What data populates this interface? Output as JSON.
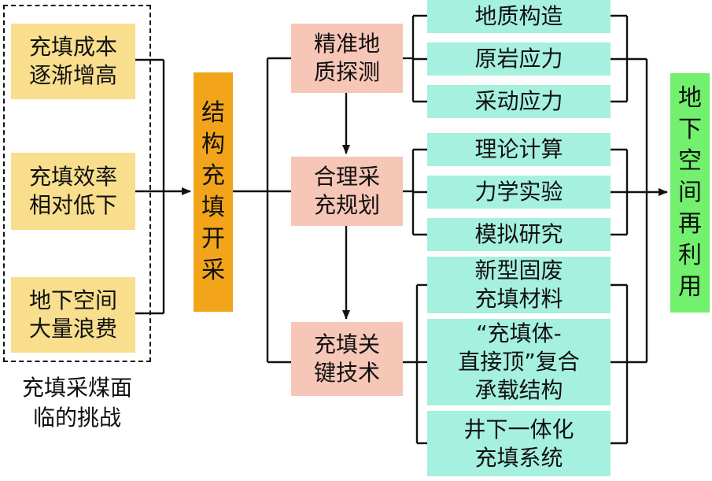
{
  "challenges": {
    "caption": "充填采煤面\n临的挑战",
    "items": [
      {
        "text": "充填成本\n逐渐增高"
      },
      {
        "text": "充填效率\n相对低下"
      },
      {
        "text": "地下空间\n大量浪费"
      }
    ]
  },
  "center": {
    "text": "结\n构\n充\n填\n开\n采"
  },
  "steps": [
    {
      "text": "精准地\n质探测",
      "details": [
        "地质构造",
        "原岩应力",
        "采动应力"
      ]
    },
    {
      "text": "合理采\n充规划",
      "details": [
        "理论计算",
        "力学实验",
        "模拟研究"
      ]
    },
    {
      "text": "充填关\n键技术",
      "details": [
        "新型固废\n充填材料",
        "“充填体-\n直接顶”复合\n承载结构",
        "井下一体化\n充填系统"
      ]
    }
  ],
  "outcome": {
    "text": "地\n下\n空\n间\n再\n利\n用"
  }
}
